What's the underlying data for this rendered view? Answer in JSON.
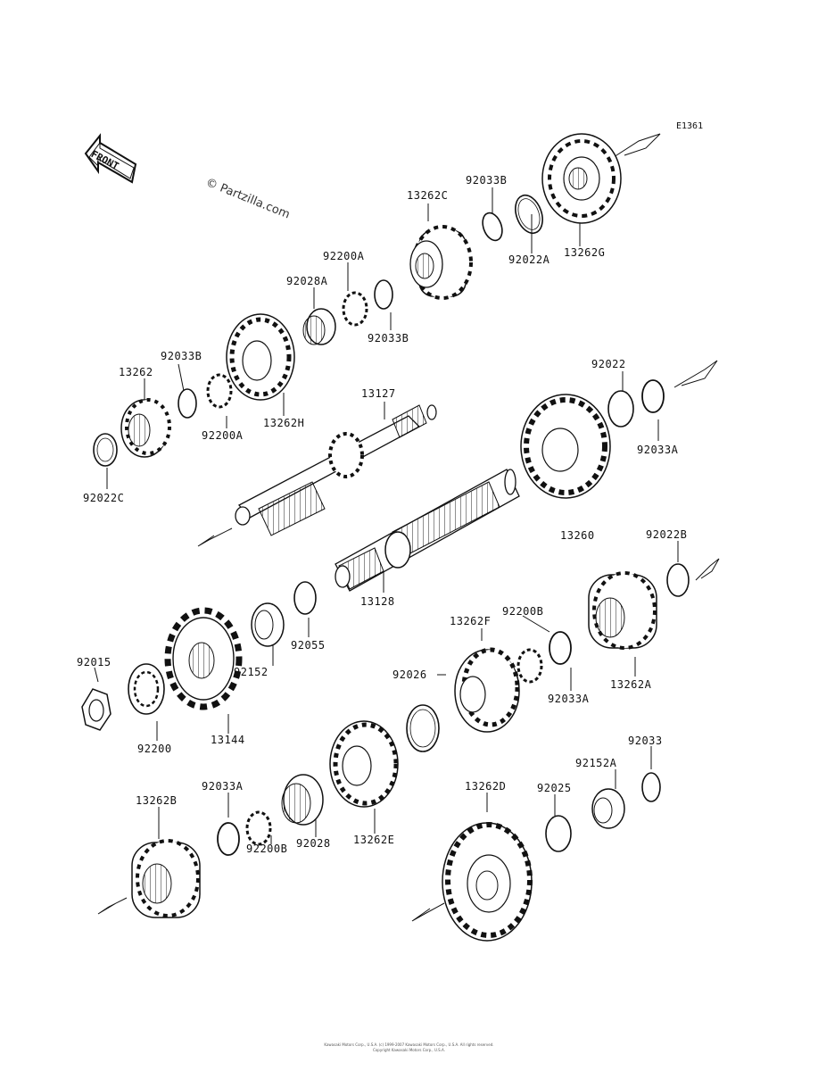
{
  "diagram": {
    "reference_code": "E1361",
    "watermark": "© Partzilla.com",
    "front_label": "FRONT",
    "footer_lines": [
      "Kawasaki Motors Corp., U.S.A. (c) 1999-2007 Kawasaki Motors Corp., U.S.A. All rights reserved.",
      "Copyright Kawasaki Motors Corp., U.S.A."
    ],
    "parts": {
      "p13262G": "13262G",
      "p92033B_1": "92033B",
      "p13262C": "13262C",
      "p92022A": "92022A",
      "p92200A_1": "92200A",
      "p92028A": "92028A",
      "p92033B_2": "92033B",
      "p92033B_3": "92033B",
      "p13262": "13262",
      "p13262H": "13262H",
      "p92200A_2": "92200A",
      "p13127": "13127",
      "p92022": "92022",
      "p92033A_1": "92033A",
      "p92022C": "92022C",
      "p13260": "13260",
      "p92022B": "92022B",
      "p13128": "13128",
      "p92015": "92015",
      "p92055": "92055",
      "p92152": "92152",
      "p13262F": "13262F",
      "p92200B_1": "92200B",
      "p92026": "92026",
      "p92033A_2": "92033A",
      "p13262A": "13262A",
      "p92200": "92200",
      "p13144": "13144",
      "p92033": "92033",
      "p92152A": "92152A",
      "p13262B": "13262B",
      "p92033A_3": "92033A",
      "p13262D": "13262D",
      "p92025": "92025",
      "p92200B_2": "92200B",
      "p92028": "92028",
      "p13262E": "13262E"
    }
  }
}
